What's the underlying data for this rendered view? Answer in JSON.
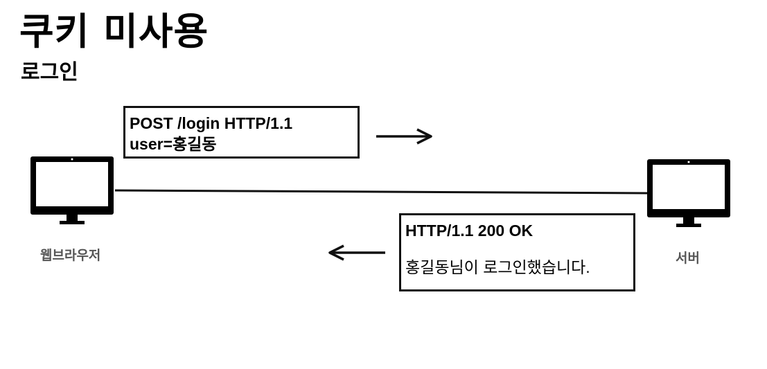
{
  "header": {
    "title": "쿠키 미사용",
    "subtitle": "로그인"
  },
  "client": {
    "label": "웹브라우저",
    "icon": "monitor-icon"
  },
  "server": {
    "label": "서버",
    "icon": "monitor-icon"
  },
  "request": {
    "line1": "POST /login HTTP/1.1",
    "line2": "user=홍길동"
  },
  "response": {
    "line1": "HTTP/1.1 200 OK",
    "line2": "홍길동님이 로그인했습니다."
  }
}
